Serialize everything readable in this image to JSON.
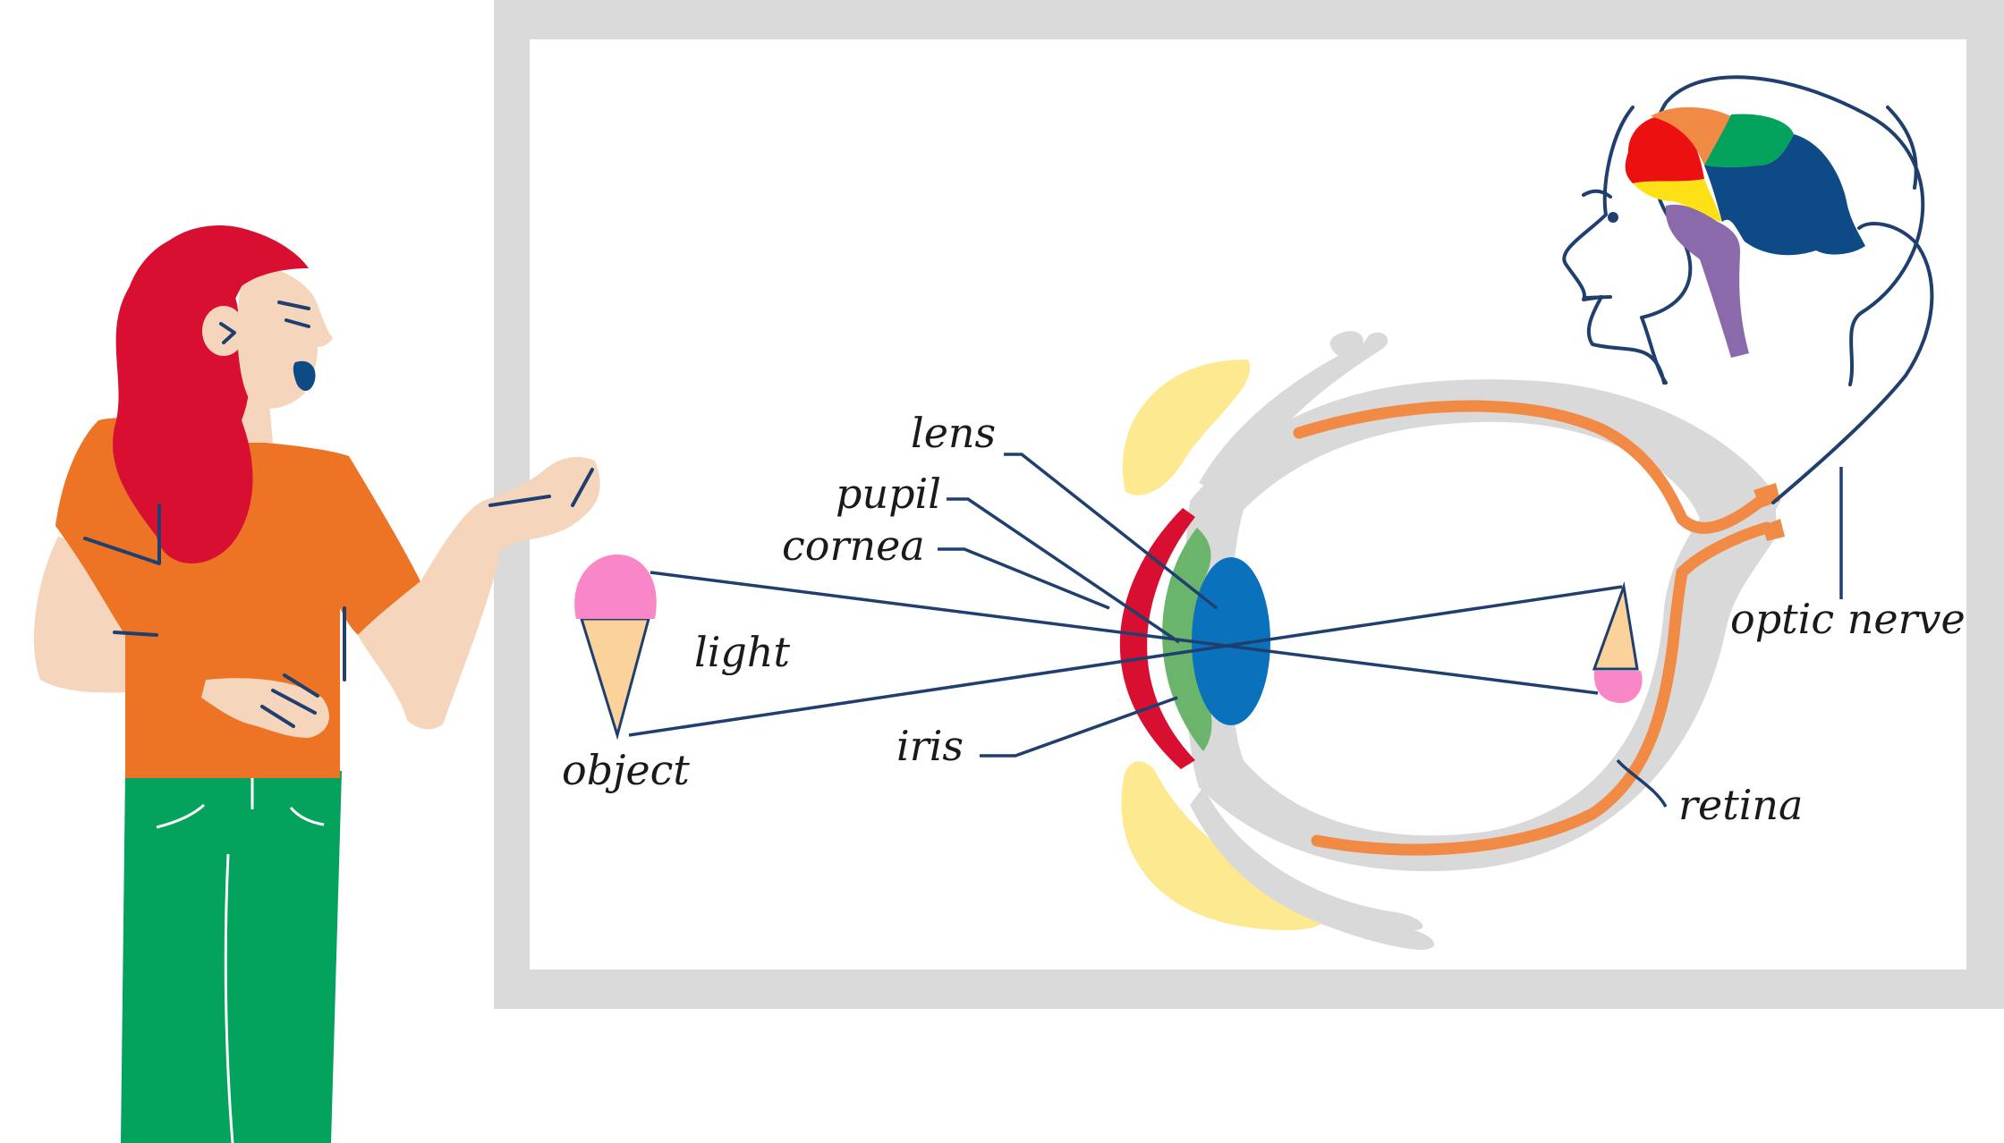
{
  "labels": {
    "lens": "lens",
    "pupil": "pupil",
    "cornea": "cornea",
    "light": "light",
    "object": "object",
    "iris": "iris",
    "optic_nerve": "optic nerve",
    "retina": "retina"
  },
  "colors": {
    "board_frame": "#d9dad9",
    "hair": "#d80f30",
    "shirt": "#ec7424",
    "pants": "#03a25d",
    "skin": "#f5d6bc",
    "outline": "#1f3f6e",
    "sclera": "#d9d9d9",
    "choroid": "#f18a44",
    "eyelid_fat": "#fde98f",
    "cornea": "#d80f30",
    "iris": "#6ab46b",
    "lens": "#0a72bc",
    "icecream_scoop": "#f987c7",
    "icecream_cone": "#fbd29a",
    "brain_red": "#ec1010",
    "brain_orange": "#f18a44",
    "brain_green": "#03a25d",
    "brain_yellow": "#fde016",
    "brain_purple": "#8b6aab",
    "brain_blue": "#0e4a86"
  }
}
